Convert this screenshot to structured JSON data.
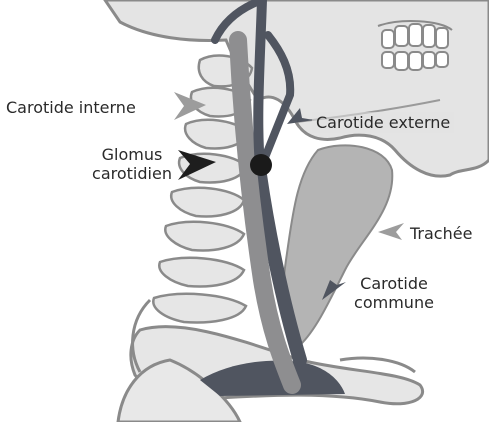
{
  "labels": {
    "carotide_interne": "Carotide interne",
    "carotide_externe": "Carotide externe",
    "glomus_line1": "Glomus",
    "glomus_line2": "carotidien",
    "trachee": "Trachée",
    "carotide_commune_line1": "Carotide",
    "carotide_commune_line2": "commune"
  },
  "colors": {
    "bone_fill": "#e4e4e4",
    "outline": "#8a8a8a",
    "vessel_dark": "#505560",
    "vessel_light": "#8e8e90",
    "trachea_fill": "#b4b4b4",
    "arrow_light": "#9c9c9c",
    "arrow_dark": "#1e1e1e"
  }
}
